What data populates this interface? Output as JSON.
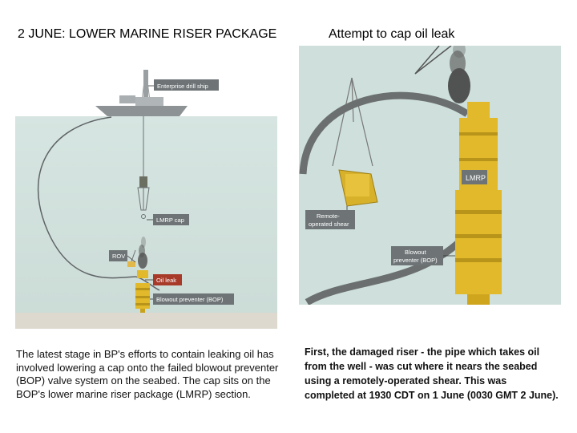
{
  "headings": {
    "left": "2 JUNE: LOWER MARINE RISER PACKAGE",
    "right": "Attempt to cap oil leak"
  },
  "left_diagram": {
    "labels": {
      "ship": "Enterprise drill ship",
      "lmrp_cap": "LMRP cap",
      "rov": "ROV",
      "oil_leak": "Oil leak",
      "bop": "Blowout preventer (BOP)"
    }
  },
  "right_diagram": {
    "labels": {
      "lmrp": "LMRP",
      "shear_line1": "Remote-",
      "shear_line2": "operated shear",
      "bop_line1": "Blowout",
      "bop_line2": "preventer (BOP)"
    }
  },
  "captions": {
    "left": "The latest stage in BP's efforts to contain leaking oil has involved lowering a cap onto the failed blowout preventer (BOP) valve system on the seabed. The cap sits on the BOP's lower marine riser package (LMRP) section.",
    "right": "First, the damaged riser - the pipe which takes oil from the well - was cut where it nears the seabed using a remotely-operated shear. This was completed at 1930 CDT on 1 June (0030 GMT 2 June)."
  },
  "colors": {
    "sea": "#cfe0dc",
    "seabed": "#d9d6cc",
    "label_box": "#6e7476",
    "oil_label": "#a83a2a",
    "equipment": "#e1b92a"
  }
}
